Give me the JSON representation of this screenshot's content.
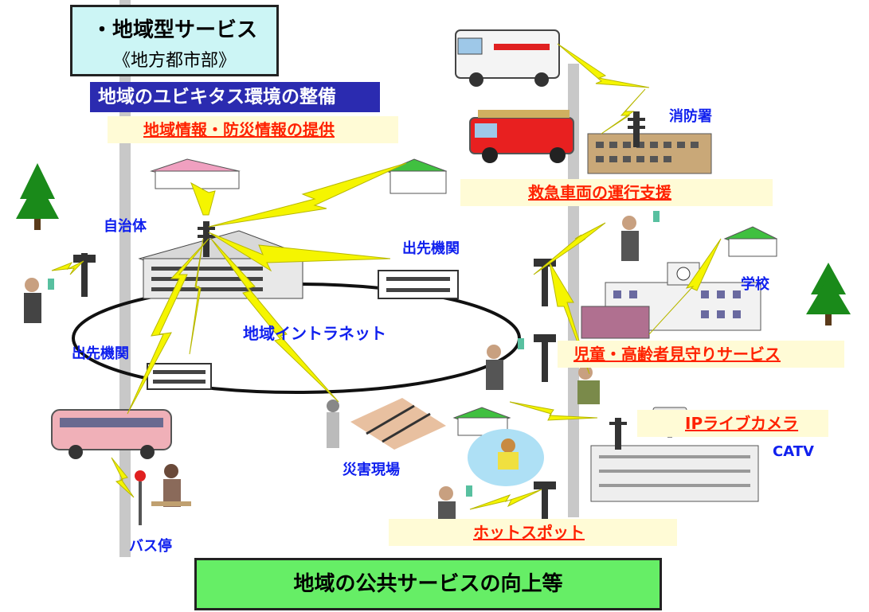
{
  "title": {
    "main": "・地域型サービス",
    "sub": "《地方都市部》"
  },
  "banner": "地域のユビキタス環境の整備",
  "bands": {
    "disaster_info": "地域情報・防災情報の提供",
    "emergency": "救急車両の運行支援",
    "watch": "児童・高齢者見守りサービス",
    "camera": "IPライブカメラ",
    "hotspot": "ホットスポット"
  },
  "labels": {
    "municipality": "自治体",
    "branch_right": "出先機関",
    "branch_left": "出先機関",
    "intranet": "地域イントラネット",
    "disaster_site": "災害現場",
    "bus_stop": "バス停",
    "fire_station": "消防署",
    "school": "学校",
    "catv": "CATV"
  },
  "footer": "地域の公共サービスの向上等",
  "colors": {
    "banner_bg": "#2b2bb0",
    "title_bg": "#ccf5f5",
    "band_bg": "#fffbd6",
    "band_text": "#ff2200",
    "label_blue": "#1020ee",
    "footer_bg": "#66ee66",
    "bolt": "#f5f500"
  },
  "icons": [
    "tree-icon",
    "ambulance-icon",
    "fire-truck-icon",
    "antenna-icon",
    "lightning-icon",
    "building-icon",
    "house-icon",
    "bus-icon",
    "person-phone-icon",
    "school-icon",
    "camera-icon"
  ]
}
